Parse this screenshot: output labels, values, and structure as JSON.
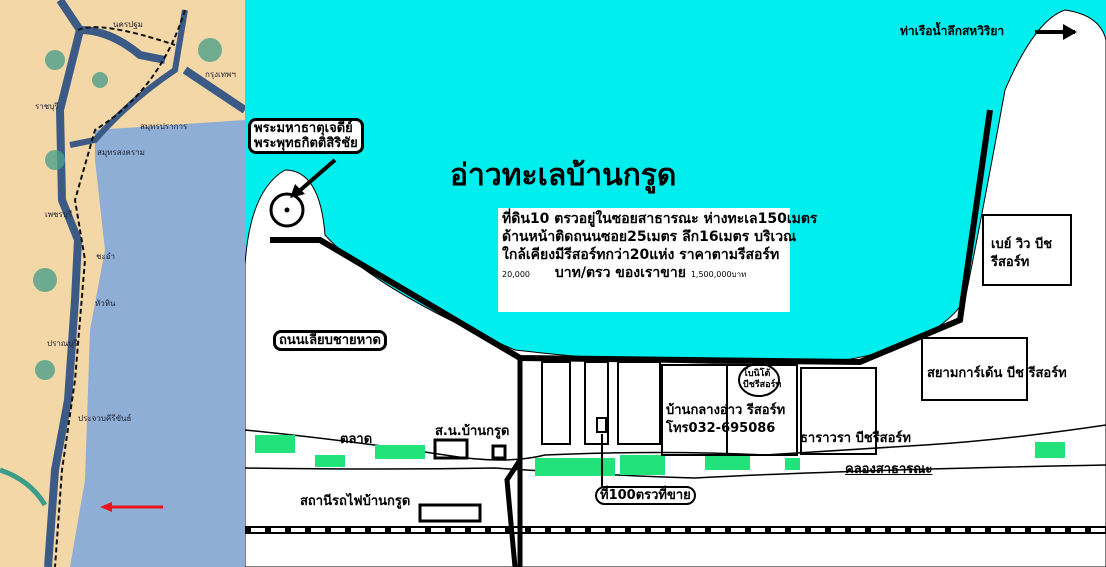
{
  "overview_map": {
    "labels": [
      "นครปฐม",
      "กรุงเทพฯ",
      "ราชบุรี",
      "สมุทรสงคราม",
      "สมุทรปราการ",
      "เพชรบุรี",
      "ชะอำ",
      "หัวหิน",
      "ปราณบุรี",
      "ประจวบคีรีขันธ์"
    ],
    "marker_color": "#e8161b"
  },
  "site_map": {
    "bay_title": "อ่าวทะเลบ้านกรูด",
    "pier_label": "ท่าเรือน้ำลึกสหวิริยา",
    "temple_label": [
      "พระมหาธาตุเจดีย์",
      "พระพุทธกิตติสิริชัย"
    ],
    "beach_road": "ถนนเลียบชายหาด",
    "market": "ตลาด",
    "police": "ส.น.บ้านกรูด",
    "station": "สถานีรถไฟบ้านกรูด",
    "plot_label": "ที่100ตรวที่ขาย",
    "canal": "คลองสาธารณะ",
    "resorts": {
      "bay_view": [
        "เบย์ วิว บีช",
        "รีสอร์ท"
      ],
      "siam_garden": "สยามการ์เด้น บีช รีสอร์ท",
      "baan_klang_ao": "บ้านกลางอ่าว รีสอร์ท",
      "phone": "โทร032-695086",
      "bonito": [
        "โบนิโต้",
        "บีชรีสอร์ท"
      ],
      "tharawara": "ธาราวรา บีชรีสอร์ท"
    },
    "info": {
      "line1": "ที่ดิน10  ตรวอยู่ในซอยสาธารณะ ห่างทะเล150เมตร",
      "line2": "ด้านหน้าติดถนนซอย25เมตร ลึก16เมตร บริเวณ",
      "line3": "ใกล้เคียงมีรีสอร์ทกว่า20แห่ง ราคาตามรีสอร์ท",
      "price_per": "20,000",
      "unit": "บาท/ตรว ของเราขาย",
      "price_total": "1,500,000บาท"
    },
    "colors": {
      "sea": "#00eeee",
      "land": "#ffffff",
      "green": "#22e37a"
    }
  }
}
